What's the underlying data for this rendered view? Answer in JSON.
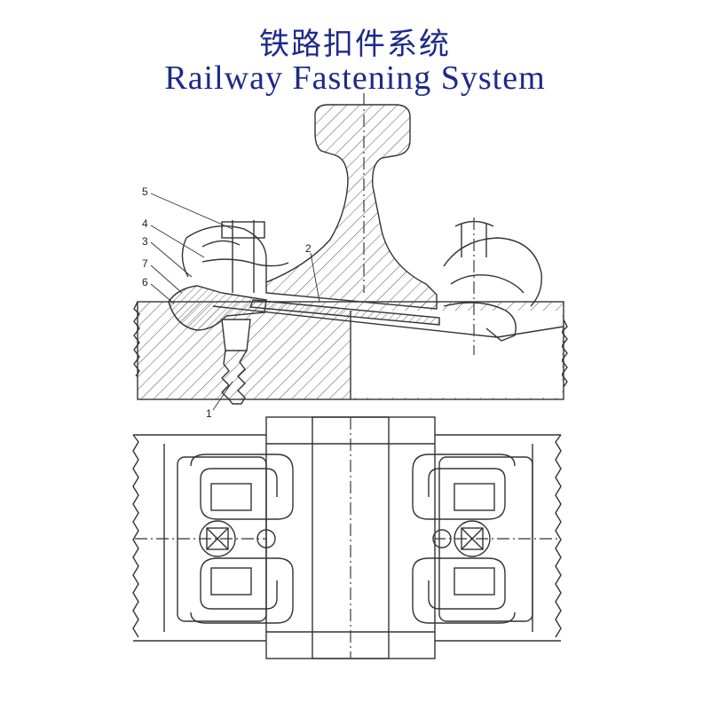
{
  "title": {
    "chinese": "铁路扣件系统",
    "english": "Railway Fastening System"
  },
  "colors": {
    "title": "#1c2a8a",
    "line": "#333333"
  },
  "section_view": {
    "callouts": [
      {
        "label": "1"
      },
      {
        "label": "2"
      },
      {
        "label": "3"
      },
      {
        "label": "4"
      },
      {
        "label": "5"
      },
      {
        "label": "6"
      },
      {
        "label": "7"
      }
    ]
  }
}
